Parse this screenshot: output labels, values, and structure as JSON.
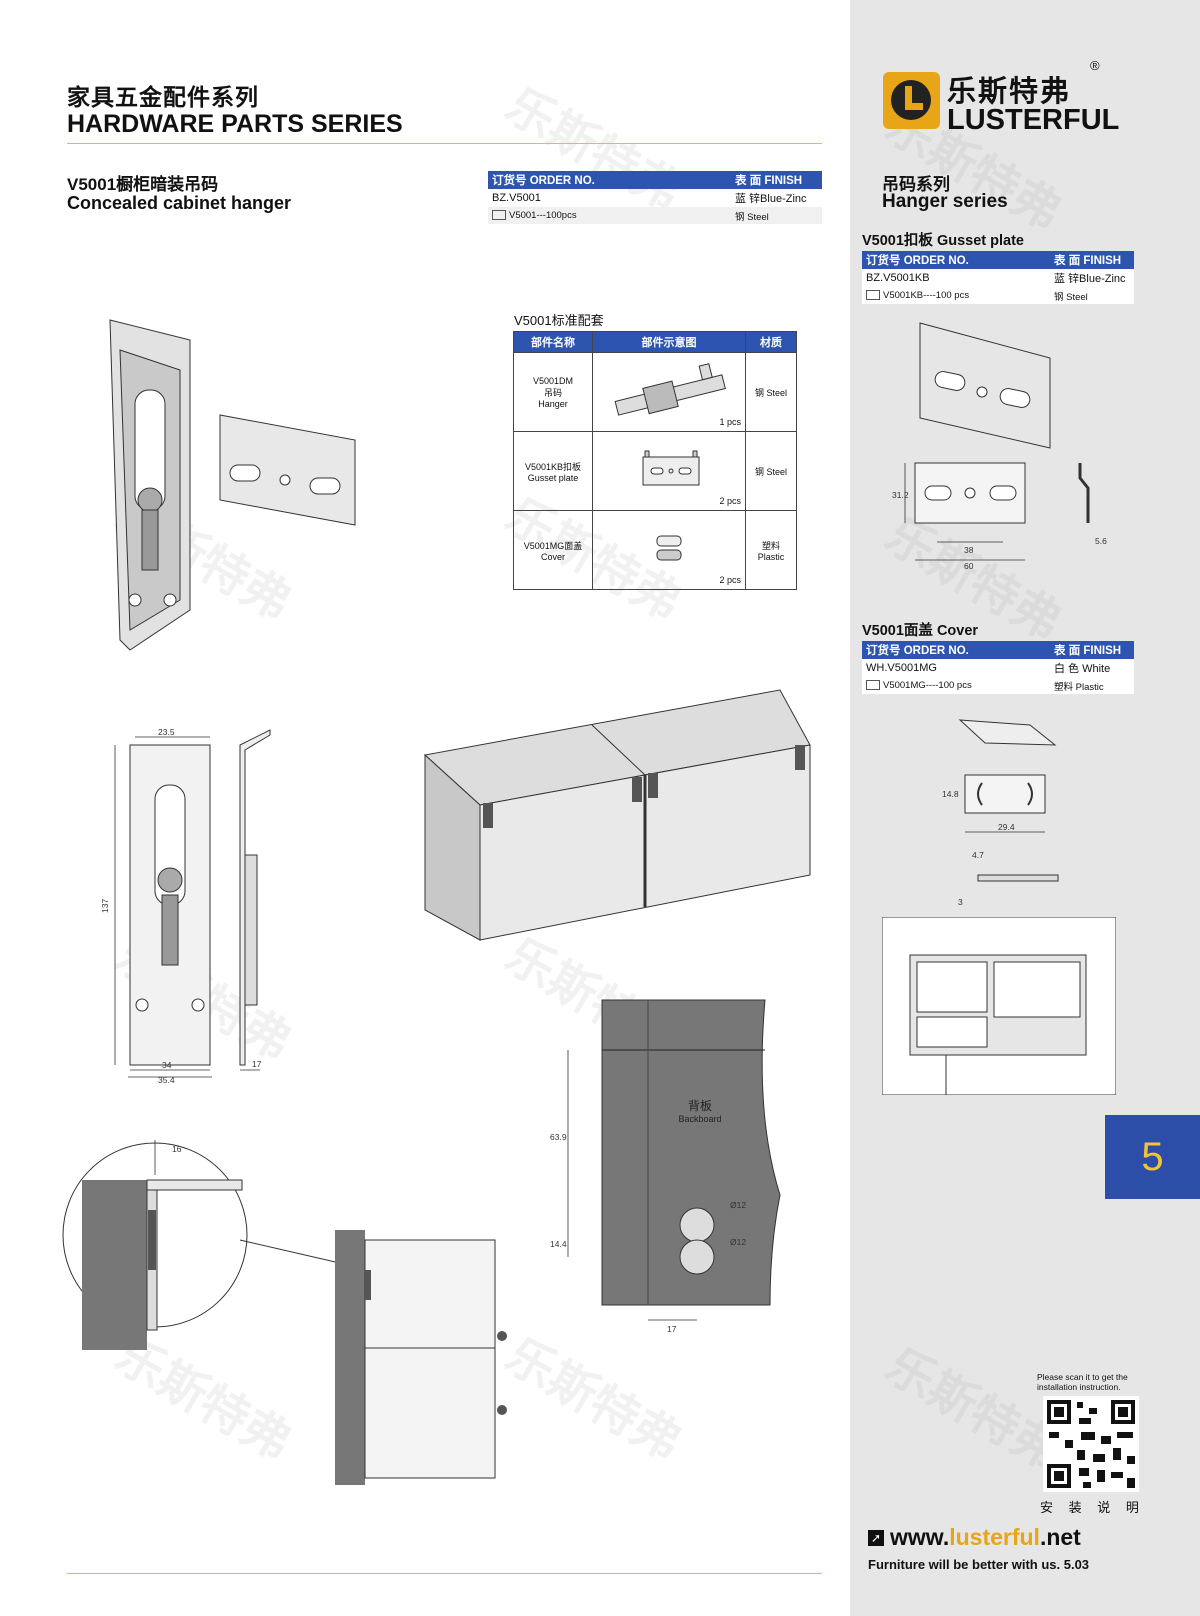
{
  "header": {
    "title_cn": "家具五金配件系列",
    "title_en": "HARDWARE PARTS SERIES"
  },
  "product": {
    "name_cn": "V5001橱柜暗装吊码",
    "name_en": "Concealed cabinet hanger",
    "order_table": {
      "col1": "订货号 ORDER NO.",
      "col2": "表 面 FINISH",
      "order_no": "BZ.V5001",
      "finish": "蓝 锌Blue-Zinc",
      "pack": "V5001---100pcs",
      "material": "钢 Steel"
    }
  },
  "kit": {
    "title": "V5001标准配套",
    "headers": [
      "部件名称",
      "部件示意图",
      "材质"
    ],
    "rows": [
      {
        "name1": "V5001DM",
        "name2": "吊码",
        "name3": "Hanger",
        "qty": "1 pcs",
        "material": "钢 Steel"
      },
      {
        "name1": "V5001KB扣板",
        "name2": "Gusset plate",
        "name3": "",
        "qty": "2 pcs",
        "material": "钢 Steel"
      },
      {
        "name1": "V5001MG面盖",
        "name2": "Cover",
        "name3": "",
        "qty": "2 pcs",
        "material1": "塑料",
        "material2": "Plastic"
      }
    ]
  },
  "hanger_dims": {
    "top": "23.5",
    "height": "137",
    "w1": "34",
    "w2": "35.4",
    "side": "17"
  },
  "detail_dims": {
    "gap": "16"
  },
  "backboard": {
    "label_cn": "背板",
    "label_en": "Backboard",
    "d1": "63.9",
    "d2": "14.4",
    "d3": "17",
    "hole1": "Ø12",
    "hole2": "Ø12"
  },
  "sidebar": {
    "brand_cn": "乐斯特弗",
    "brand_en": "LUSTERFUL",
    "registered": "®",
    "series_cn": "吊码系列",
    "series_en": "Hanger series",
    "gusset": {
      "title": "V5001扣板  Gusset plate",
      "col1": "订货号 ORDER NO.",
      "col2": "表 面 FINISH",
      "order_no": "BZ.V5001KB",
      "finish": "蓝 锌Blue-Zinc",
      "pack": "V5001KB----100 pcs",
      "material": "钢 Steel",
      "dims": {
        "h": "31.2",
        "w1": "38",
        "w2": "60",
        "t": "5.6"
      }
    },
    "cover": {
      "title": "V5001面盖  Cover",
      "col1": "订货号 ORDER NO.",
      "col2": "表 面 FINISH",
      "order_no": "WH.V5001MG",
      "finish": "白 色 White",
      "pack": "V5001MG----100 pcs",
      "material": "塑料 Plastic",
      "dims": {
        "h": "14.8",
        "w": "29.4",
        "t1": "4.7",
        "t2": "3"
      }
    },
    "page_number": "5",
    "scan_text1": "Please scan it to get the",
    "scan_text2": "installation instruction.",
    "install_label": "安 装 说 明",
    "website_prefix": "www.",
    "website_brand": "lusterful",
    "website_suffix": ".net",
    "slogan": "Furniture will be better with us. 5.03"
  },
  "colors": {
    "accent_blue": "#2d55b0",
    "gold": "#e7a517",
    "sidebar_bg": "#e6e6e6"
  }
}
